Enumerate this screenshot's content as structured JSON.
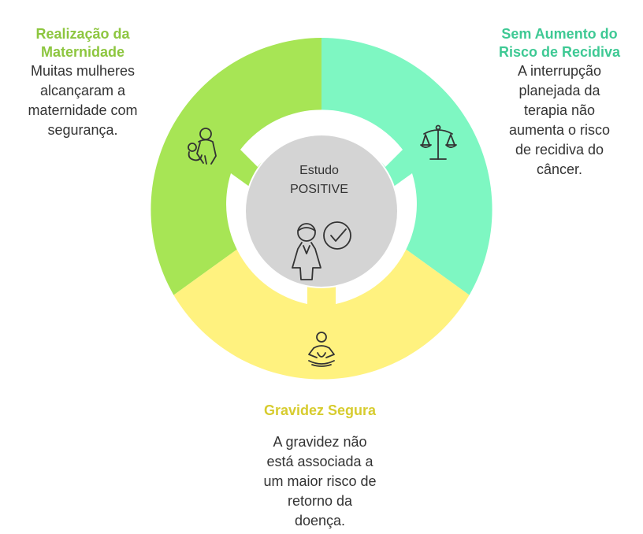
{
  "colors": {
    "green": "#a7e555",
    "green_title": "#8dc63f",
    "teal": "#7ef7c2",
    "teal_title": "#3ec994",
    "yellow": "#fff27f",
    "yellow_title": "#d7cc2f",
    "center": "#d4d4d4",
    "stroke": "#333333"
  },
  "center": {
    "line1": "Estudo",
    "line2": "POSITIVE",
    "icon": "woman-checkmark-icon"
  },
  "segments": [
    {
      "key": "left",
      "title": "Realização da\nMaternidade",
      "text": "Muitas mulheres\nalcançaram a\nmaternidade com\nsegurança.",
      "icon": "mother-baby-icon",
      "color": "#a7e555"
    },
    {
      "key": "right",
      "title": "Sem Aumento do\nRisco de Recidiva",
      "text": "A interrupção\nplanejada da\nterapia não\naumenta o risco\nde recidiva do\ncâncer.",
      "icon": "balance-scale-icon",
      "color": "#7ef7c2"
    },
    {
      "key": "bottom",
      "title": "Gravidez Segura",
      "text": "A gravidez não\nestá associada a\num maior risco de\nretorno da\ndoença.",
      "icon": "meditation-icon",
      "color": "#fff27f"
    }
  ]
}
